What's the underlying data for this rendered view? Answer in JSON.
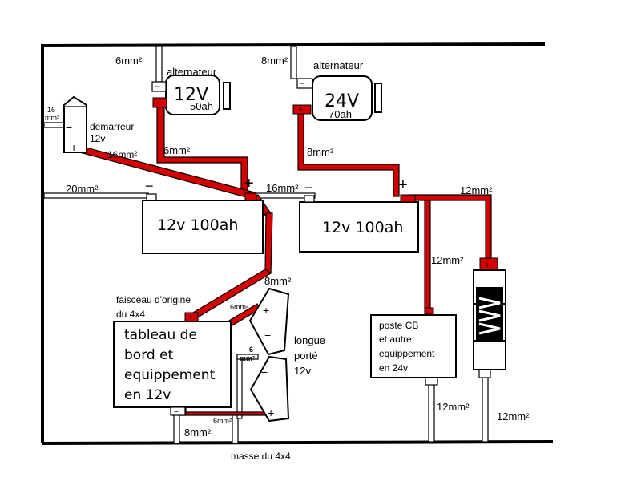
{
  "labels": {
    "alt1_wire": "6mm²",
    "alt1_title": "alternateur",
    "alt1_voltage": "12V",
    "alt1_amps": "50ah",
    "alt2_wire": "8mm²",
    "alt2_title": "alternateur",
    "alt2_voltage": "24V",
    "alt2_amps": "70ah",
    "starter_wire_top": "16",
    "starter_wire_bottom": "mm²",
    "starter_line1": "demarreur",
    "starter_line2": "12v",
    "starter_wire": "16mm²",
    "alt1_to_bat_wire": "6mm²",
    "alt2_to_bat_wire": "8mm²",
    "bat1_ground_wire": "20mm²",
    "bat_link_wire": "16mm²",
    "battery1": "12v 100ah",
    "battery2": "12v 100ah",
    "bat2_out_wire": "12mm²",
    "cb_feed_wire": "12mm²",
    "dash_feed_wire": "8mm²",
    "harness_line1": "faisceau d'origine",
    "harness_line2": "du 4x4",
    "dash_line1": "tableau de",
    "dash_line2": "bord et",
    "dash_line3": "equippement",
    "dash_line4": "en 12v",
    "lamp_wire_top": "6mm²",
    "lamp_wire_mid_a": "6",
    "lamp_wire_mid_b": "mm²",
    "lamp_wire_bottom": "6mm²",
    "lamps_line1": "longue",
    "lamps_line2": "porté",
    "lamps_line3": "12v",
    "dash_ground_wire": "8mm²",
    "chassis_ground": "masse du 4x4",
    "cb_line1": "poste CB",
    "cb_line2": "et autre",
    "cb_line3": "equippement",
    "cb_line4": "en 24v",
    "cb_ground_wire": "12mm²",
    "conv_ground_wire": "12mm²"
  },
  "symbols": {
    "plus": "+",
    "minus": "−"
  },
  "colors": {
    "positive_wire": "#d40000",
    "ground_wire": "#ffffff",
    "outline": "#000000"
  }
}
